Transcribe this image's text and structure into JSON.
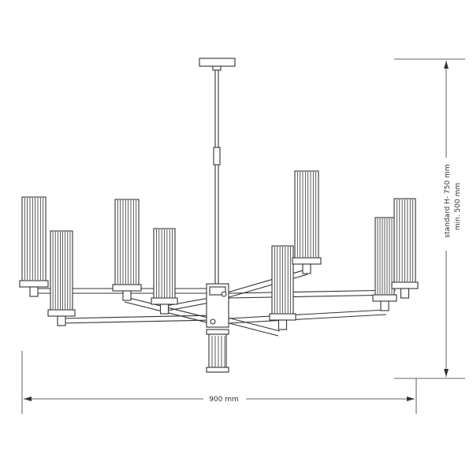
{
  "dimensions": {
    "width_label": "900 mm",
    "height_standard_label": "standard H- 750 mm",
    "height_min_label": "min. 500 mm"
  },
  "colors": {
    "line": "#333333",
    "background": "#ffffff"
  }
}
